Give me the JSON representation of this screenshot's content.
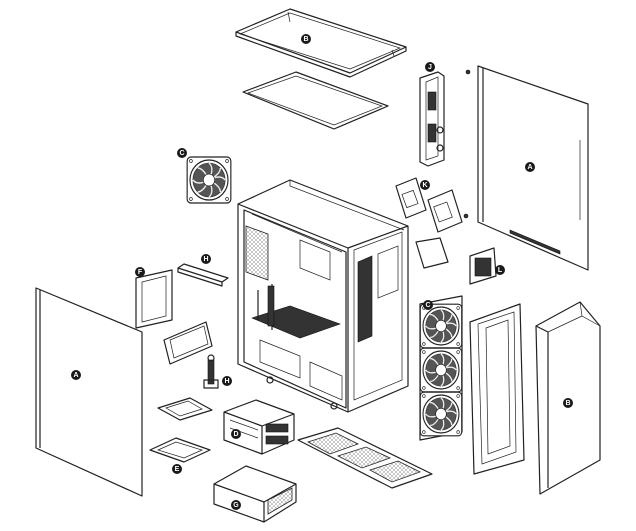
{
  "callouts": {
    "front_panel_b": "B",
    "top_cover_b": "B",
    "side_panel_right_a": "A",
    "side_panel_left_a": "A",
    "bracket_j": "J",
    "fan_top_c": "C",
    "fan_front_c": "C",
    "fan_panel_k": "K",
    "mount_l": "L",
    "bracket_h_top": "H",
    "standoff_h": "H",
    "bay_f": "F",
    "cage_d": "D",
    "plate_e": "E",
    "shroud_g": "G"
  },
  "colors": {
    "line": "#222222",
    "callout": "#1a1a1a",
    "background": "#ffffff"
  }
}
